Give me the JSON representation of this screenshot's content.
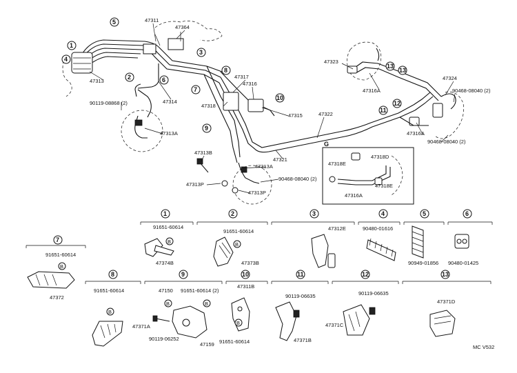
{
  "diagram": {
    "footer_code": "MC V532",
    "detail_g_letter": "G",
    "callout_numbers": [
      "1",
      "2",
      "3",
      "4",
      "5",
      "6",
      "7",
      "8",
      "9",
      "10",
      "11",
      "12",
      "13"
    ],
    "main_labels": {
      "p47311": "47311",
      "p47364": "47364",
      "p47313": "47313",
      "p47314": "47314",
      "p47317": "47317",
      "p47316": "47316",
      "p47318": "47318",
      "p47315": "47315",
      "p47322": "47322",
      "p47321": "47321",
      "p47313A_top": "47313A",
      "p47313A_mid": "47313A",
      "p47313B": "47313B",
      "p47313P_a": "47313P",
      "p47313P_b": "47313P",
      "p90119_08868": "90119-08868 (2)",
      "p90468_mid": "90468-08040 (2)",
      "p47323": "47323",
      "p47316A_a": "47316A",
      "p47316A_b": "47316A",
      "p47324": "47324",
      "p90468_r1": "90468-08040 (2)",
      "p90468_r2": "90468-08040 (2)",
      "g_47318D": "47318D",
      "g_47318E_a": "47318E",
      "g_47318E_b": "47318E",
      "g_47316A": "47316A"
    },
    "sub_labels": {
      "s1_bolt": "91651-60614",
      "s1_part": "47374B",
      "s2_bolt": "91651-60614",
      "s2_part": "47373B",
      "s3_part": "47312E",
      "s4_part": "90480-01616",
      "s5_part": "90949-01856",
      "s6_part": "90480-01425",
      "s7_bolt": "91651-60614",
      "s7_part": "47372",
      "s8_bolt": "91651-60614",
      "s8_part": "47371A",
      "s9_a": "47150",
      "s9_bolt": "91651-60614 (2)",
      "s9_b": "90119-06252",
      "s9_c": "47159",
      "s10_part": "47311B",
      "s10_bolt": "91651-60614",
      "s11_bolt": "90119-06635",
      "s11_part": "47371B",
      "s12_bolt": "90119-06635",
      "s12_part": "47371C",
      "s13_part": "47371D"
    },
    "bolt_mark": "B"
  }
}
